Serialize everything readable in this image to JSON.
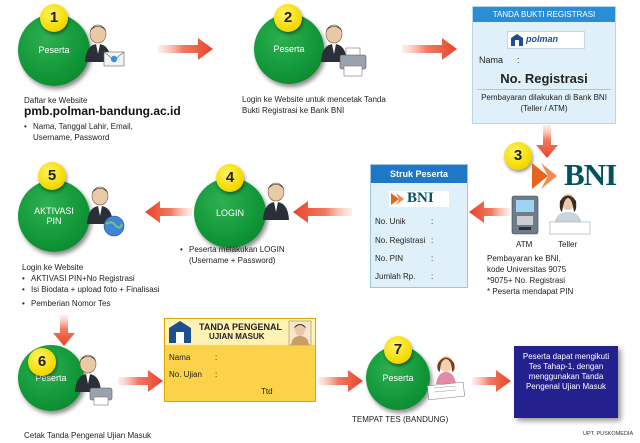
{
  "steps": {
    "s1": {
      "num": "1",
      "circle_label": "Peserta",
      "caption": "Daftar  ke Website",
      "url": "pmb.polman-bandung.ac.id",
      "bullets": [
        "Nama, Tanggal Lahir, Email, Username, Password"
      ]
    },
    "s2": {
      "num": "2",
      "circle_label": "Peserta",
      "caption": "Login ke Website untuk mencetak Tanda Bukti Registrasi ke Bank BNI"
    },
    "s3": {
      "num": "3",
      "atm_label": "ATM",
      "teller_label": "Teller",
      "caption_lines": [
        "Pembayaran ke BNI,",
        "kode Universitas 9075",
        "*9075+ No. Registrasi",
        "* Peserta mendapat PIN"
      ]
    },
    "s4": {
      "num": "4",
      "circle_label": "LOGIN",
      "bullets": [
        "Peserta melakukan LOGIN (Username + Password)"
      ]
    },
    "s5": {
      "num": "5",
      "circle_label": "AKTIVASI PIN",
      "caption": "Login ke Website",
      "bullets": [
        "AKTIVASI PIN+No Registrasi",
        "Isi Biodata + upload foto + Finalisasi",
        "Pemberian Nomor Tes"
      ]
    },
    "s6": {
      "num": "6",
      "circle_label": "Peserta",
      "caption": "Cetak Tanda Pengenal Ujian Masuk"
    },
    "s7": {
      "num": "7",
      "circle_label": "Peserta",
      "caption": "TEMPAT TES (BANDUNG)"
    }
  },
  "receipt": {
    "header": "TANDA BUKTI REGISTRASI",
    "logo_text": "polman",
    "nama_label": "Nama",
    "colon": ":",
    "reg_label": "No. Registrasi",
    "footer": "Pembayaran dilakukan di Bank BNI (Teller / ATM)"
  },
  "struk": {
    "header": "Struk Peserta",
    "bni": "BNI",
    "fields": [
      "No. Unik",
      "No. Registrasi",
      "No. PIN",
      "Jumlah Rp."
    ]
  },
  "bni_logo": {
    "text": "BNI"
  },
  "card": {
    "title_line1": "TANDA PENGENAL",
    "title_line2": "UJIAN MASUK",
    "fields": [
      "Nama",
      "No. Ujian"
    ],
    "colon": ":",
    "ttd": "Ttd"
  },
  "final_box": {
    "text": "Peserta dapat mengikuti Tes Tahap-1, dengan menggunakan Tanda Pengenal Ujian Masuk"
  },
  "credit": "UPT. PUSKOMEDIA",
  "colors": {
    "green": "#119838",
    "yellow": "#f5dc00",
    "arrow": "#e8432b",
    "navy": "#24208e",
    "bni_orange": "#e8641c",
    "bni_teal": "#00535f"
  }
}
